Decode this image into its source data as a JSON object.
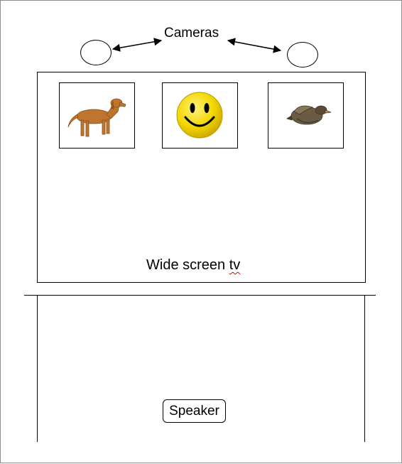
{
  "labels": {
    "cameras": "Cameras",
    "tv_prefix": "Wide screen ",
    "tv_suffix": "tv",
    "speaker": "Speaker"
  },
  "icons": {
    "tile_1": "dog-icon",
    "tile_2": "smiley-face-icon",
    "tile_3": "duck-icon"
  },
  "colors": {
    "outline": "#000000",
    "smiley_fill": "#f2d600",
    "dog_fill": "#c0752e",
    "duck_fill": "#6b5a45",
    "spellcheck_underline": "#d00000"
  }
}
